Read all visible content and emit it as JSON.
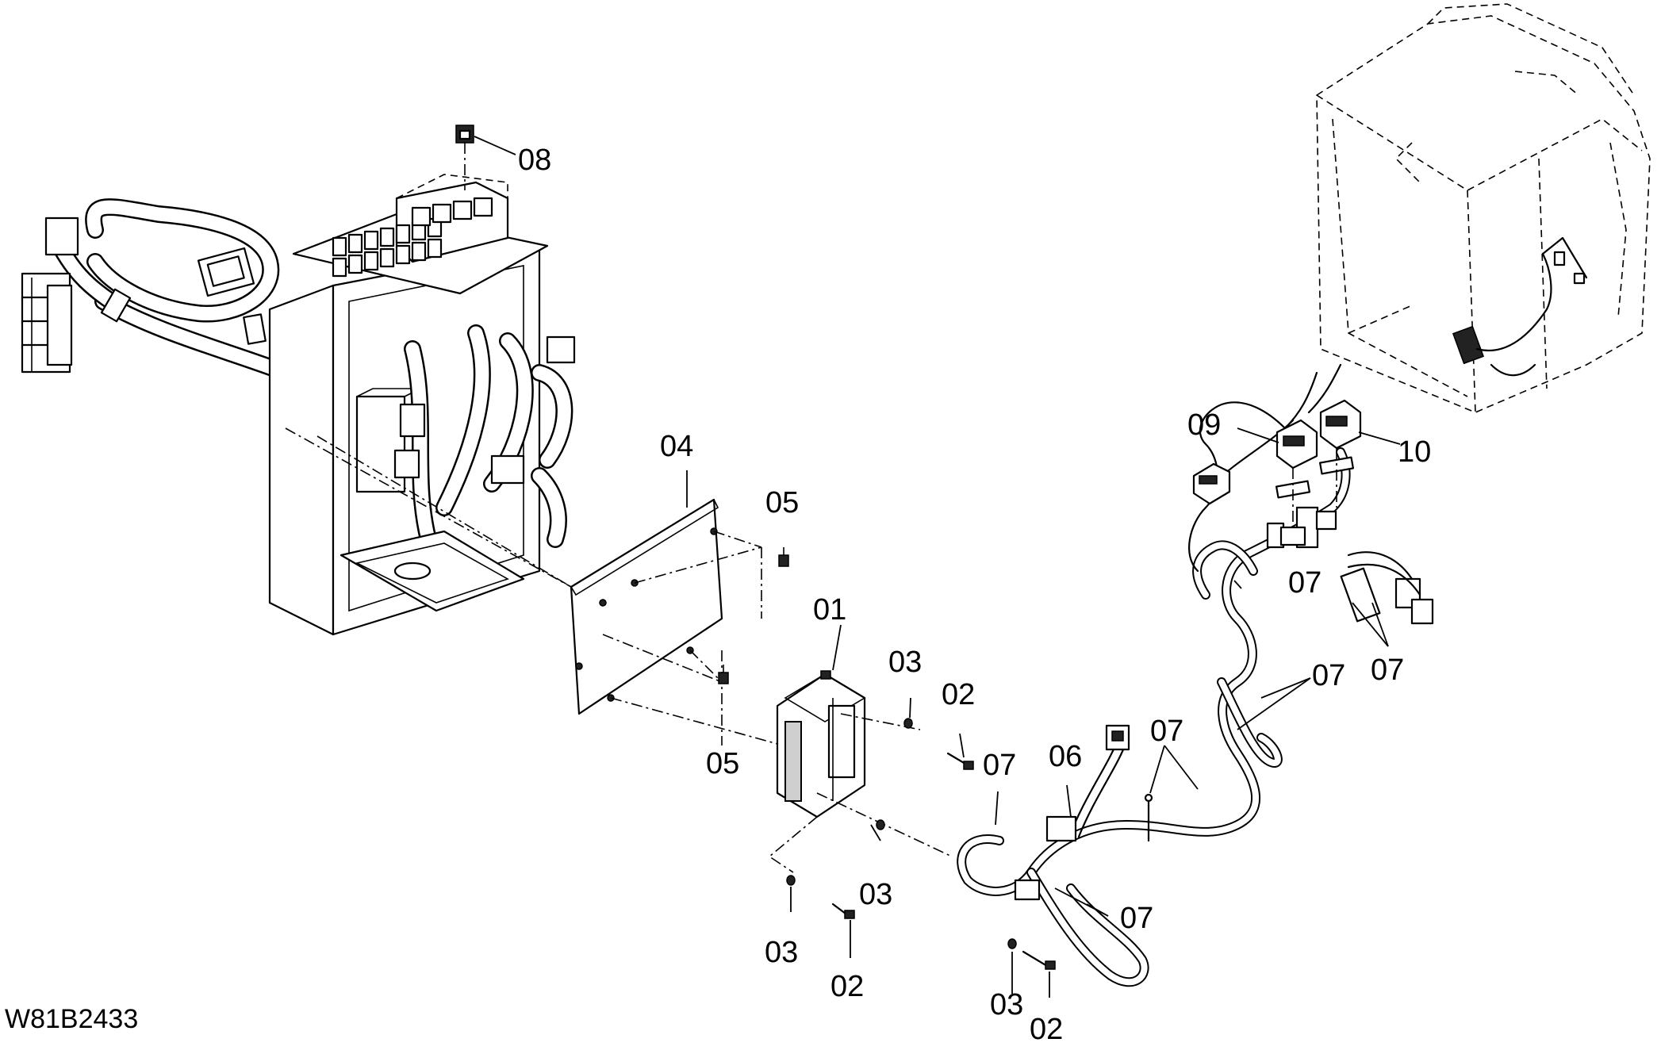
{
  "drawing": {
    "id": "W81B2433"
  },
  "callouts": [
    {
      "name": "callout-08",
      "text": "08"
    },
    {
      "name": "callout-04",
      "text": "04"
    },
    {
      "name": "callout-05-top",
      "text": "05"
    },
    {
      "name": "callout-05-bottom",
      "text": "05"
    },
    {
      "name": "callout-01",
      "text": "01"
    },
    {
      "name": "callout-03-a",
      "text": "03"
    },
    {
      "name": "callout-02-a",
      "text": "02"
    },
    {
      "name": "callout-07-a",
      "text": "07"
    },
    {
      "name": "callout-06",
      "text": "06"
    },
    {
      "name": "callout-07-b",
      "text": "07"
    },
    {
      "name": "callout-03-b",
      "text": "03"
    },
    {
      "name": "callout-03-c",
      "text": "03"
    },
    {
      "name": "callout-02-b",
      "text": "02"
    },
    {
      "name": "callout-07-c",
      "text": "07"
    },
    {
      "name": "callout-03-d",
      "text": "03"
    },
    {
      "name": "callout-02-c",
      "text": "02"
    },
    {
      "name": "callout-09",
      "text": "09"
    },
    {
      "name": "callout-10",
      "text": "10"
    },
    {
      "name": "callout-07-d",
      "text": "07"
    },
    {
      "name": "callout-07-e",
      "text": "07"
    },
    {
      "name": "callout-07-f",
      "text": "07"
    }
  ]
}
